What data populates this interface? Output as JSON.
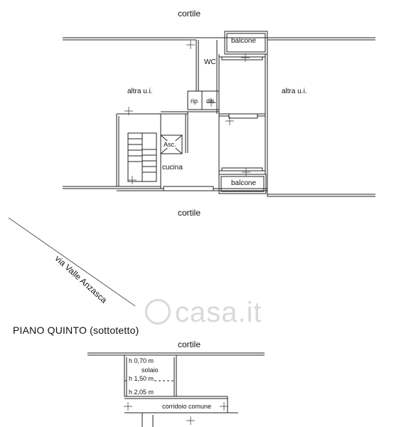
{
  "labels": {
    "cortile_top": "cortile",
    "balcone_top": "balcone",
    "wc": "WC",
    "altra_ui_left": "altra u.i.",
    "altra_ui_right": "altra u.i.",
    "rip": "rip",
    "dis": "dis.",
    "asc": "Asc.",
    "cucina": "cucina",
    "balcone_bottom": "balcone",
    "cortile_middle": "cortile",
    "street": "via Valle Anzasca",
    "watermark": "casa.it",
    "floor_title": "PIANO QUINTO (sottotetto)",
    "cortile_lower": "cortile",
    "h070": "h 0,70 m",
    "solaio": "solaio",
    "h150": "h 1,50 m",
    "h205": "h 2,05 m",
    "corridoio": "corridoio comune"
  }
}
